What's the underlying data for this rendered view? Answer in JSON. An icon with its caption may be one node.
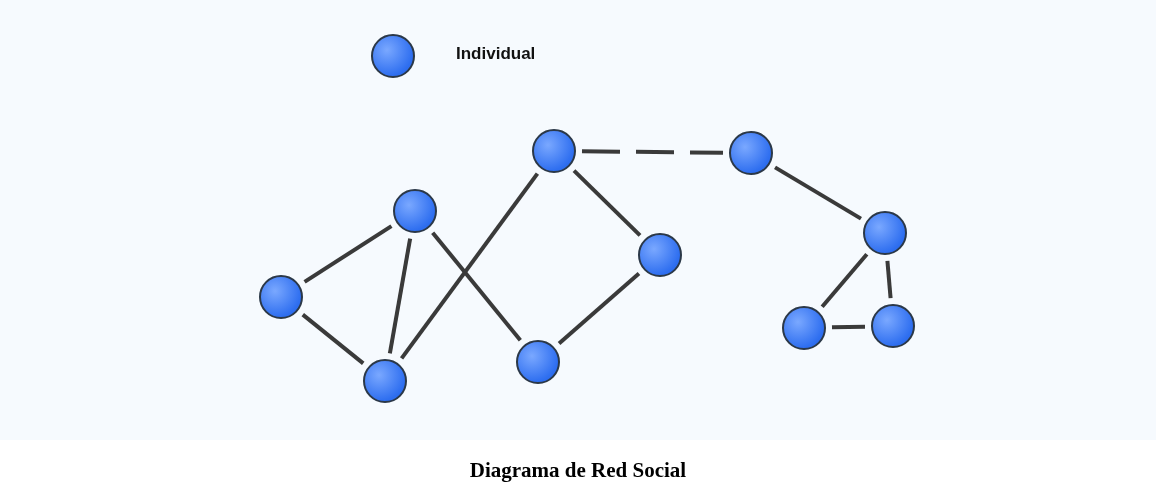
{
  "diagram": {
    "caption": "Diagrama de Red Social",
    "nodes": [
      {
        "text": [],
        "shape": "circle"
      },
      {
        "text": [],
        "shape": "circle"
      },
      {
        "text": [],
        "shape": "circle"
      },
      {
        "text": [],
        "shape": "circle"
      },
      {
        "text": [],
        "shape": "circle"
      },
      {
        "text": [],
        "shape": "circle"
      },
      {
        "text": [],
        "shape": "circle"
      },
      {
        "text": [],
        "shape": "circle"
      },
      {
        "text": [],
        "shape": "circle"
      },
      {
        "text": [],
        "shape": "circle"
      }
    ],
    "edges": [
      {
        "from": 0,
        "to": 2,
        "arrow": "none"
      },
      {
        "from": 0,
        "to": 1,
        "arrow": "none"
      },
      {
        "from": 2,
        "to": 1,
        "arrow": "none"
      },
      {
        "from": 2,
        "to": 3,
        "arrow": "none"
      },
      {
        "from": 1,
        "to": 4,
        "arrow": "none"
      },
      {
        "from": 4,
        "to": 5,
        "arrow": "none"
      },
      {
        "from": 5,
        "to": 3,
        "arrow": "none"
      },
      {
        "from": 4,
        "to": 6,
        "arrow": "none",
        "style": "dashed"
      },
      {
        "from": 6,
        "to": 7,
        "arrow": "none"
      },
      {
        "from": 7,
        "to": 8,
        "arrow": "none"
      },
      {
        "from": 7,
        "to": 9,
        "arrow": "none"
      },
      {
        "from": 8,
        "to": 9,
        "arrow": "none"
      }
    ],
    "legend": [
      {
        "text": "Individual"
      }
    ]
  }
}
